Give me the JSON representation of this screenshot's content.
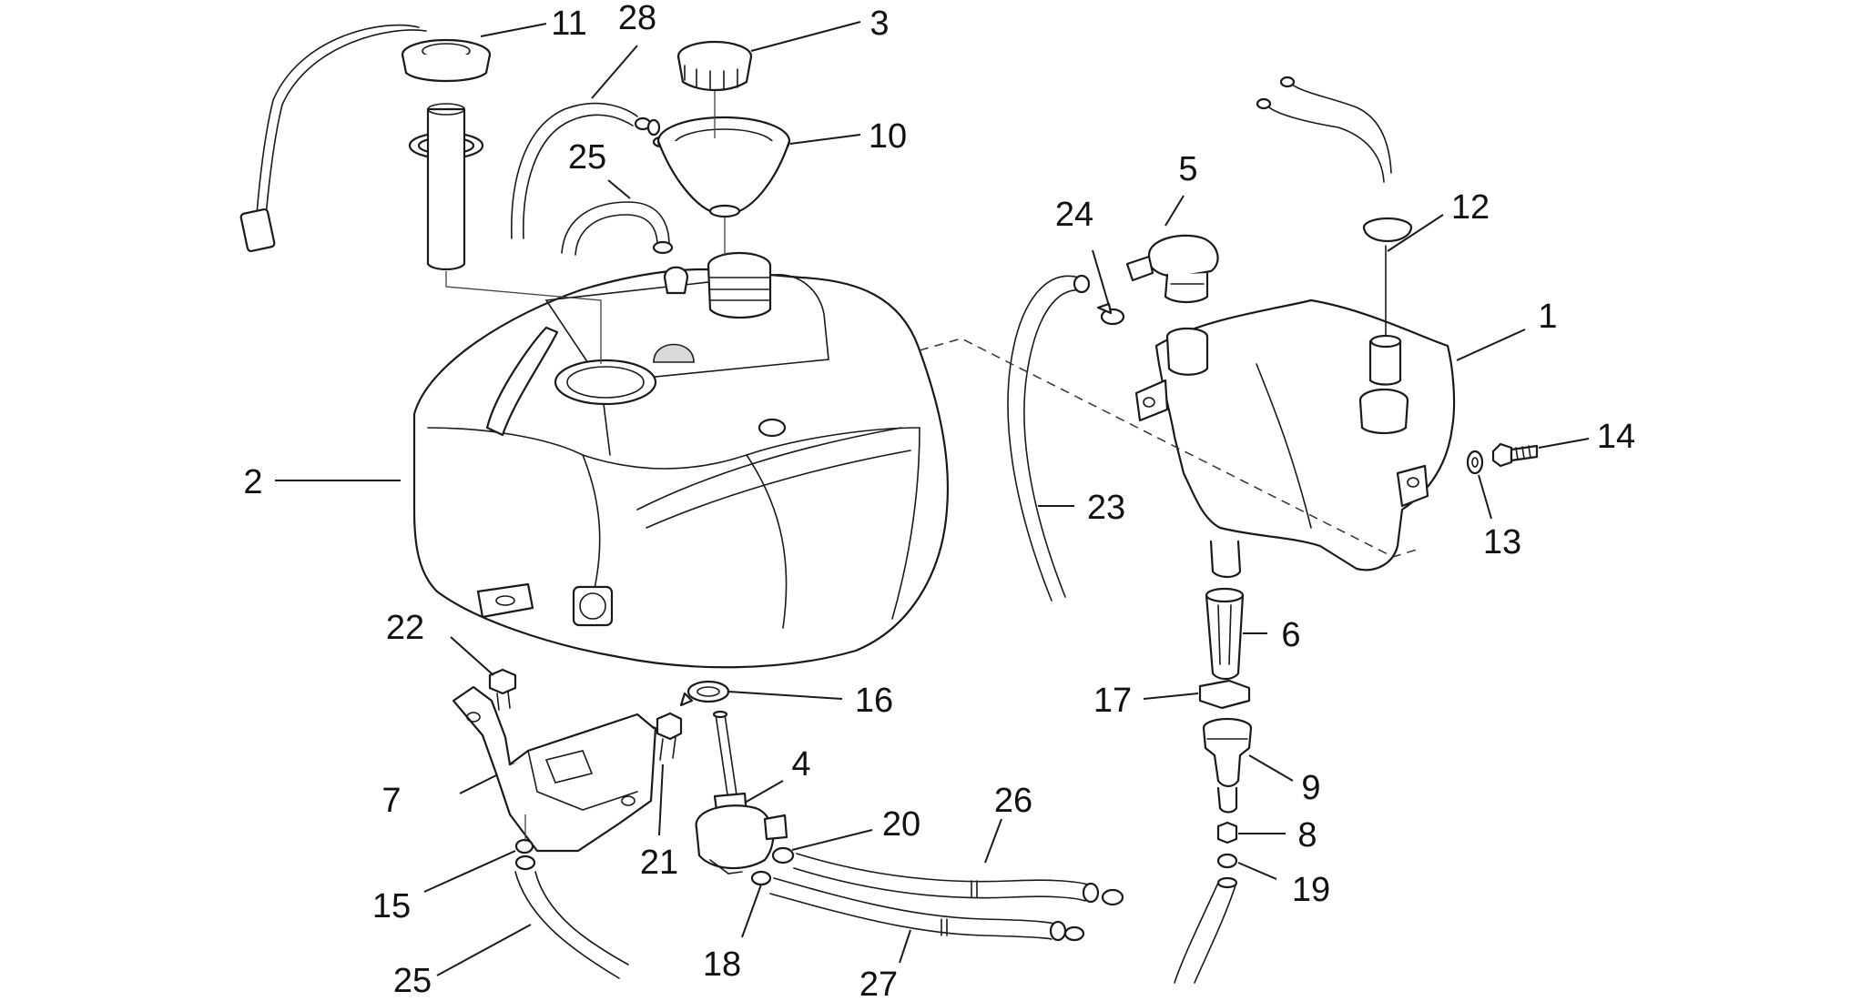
{
  "diagram": {
    "callouts": [
      {
        "id": "c1",
        "label": "1"
      },
      {
        "id": "c2",
        "label": "2"
      },
      {
        "id": "c3",
        "label": "3"
      },
      {
        "id": "c4",
        "label": "4"
      },
      {
        "id": "c5",
        "label": "5"
      },
      {
        "id": "c6",
        "label": "6"
      },
      {
        "id": "c7",
        "label": "7"
      },
      {
        "id": "c8",
        "label": "8"
      },
      {
        "id": "c9",
        "label": "9"
      },
      {
        "id": "c10",
        "label": "10"
      },
      {
        "id": "c11",
        "label": "11"
      },
      {
        "id": "c12",
        "label": "12"
      },
      {
        "id": "c13",
        "label": "13"
      },
      {
        "id": "c14",
        "label": "14"
      },
      {
        "id": "c15",
        "label": "15"
      },
      {
        "id": "c16",
        "label": "16"
      },
      {
        "id": "c17",
        "label": "17"
      },
      {
        "id": "c18",
        "label": "18"
      },
      {
        "id": "c19",
        "label": "19"
      },
      {
        "id": "c20",
        "label": "20"
      },
      {
        "id": "c21",
        "label": "21"
      },
      {
        "id": "c22",
        "label": "22"
      },
      {
        "id": "c23",
        "label": "23"
      },
      {
        "id": "c24",
        "label": "24"
      },
      {
        "id": "c25a",
        "label": "25"
      },
      {
        "id": "c25b",
        "label": "25"
      },
      {
        "id": "c26",
        "label": "26"
      },
      {
        "id": "c27",
        "label": "27"
      },
      {
        "id": "c28",
        "label": "28"
      }
    ]
  }
}
